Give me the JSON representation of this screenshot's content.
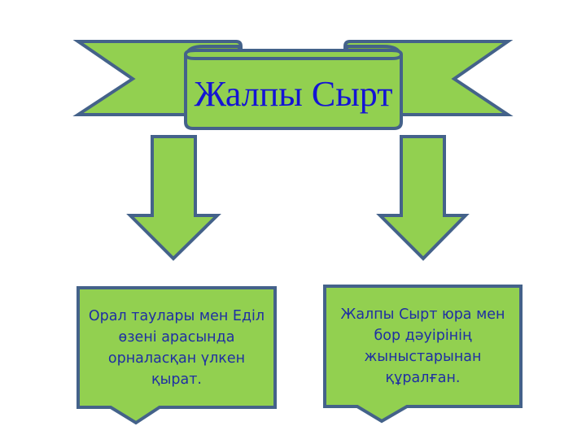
{
  "diagram": {
    "title": "Жалпы Сырт",
    "boxes": [
      {
        "text": "Орал таулары мен Еділ өзені арасында орналасқан үлкен қырат."
      },
      {
        "text": "Жалпы Сырт юра мен бор дәуірінің жыныстарынан құралған."
      }
    ],
    "colors": {
      "fill": "#92d050",
      "fold": "#74a83c",
      "stroke": "#44628a",
      "title_text": "#1414d4",
      "box_text": "#1f2fa3"
    }
  }
}
